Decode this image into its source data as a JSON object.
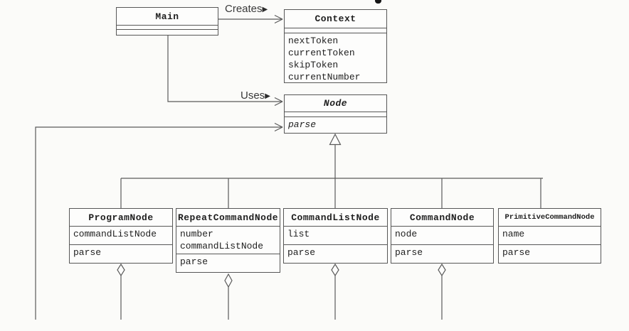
{
  "diagram": {
    "type": "uml-class-diagram",
    "colors": {
      "background": "#fbfbf9",
      "box_fill": "#fdfdfc",
      "line": "#575757",
      "text": "#1e1e1e"
    },
    "icons": {
      "direction_arrow": "▶"
    },
    "labels": {
      "creates": "Creates",
      "uses": "Uses"
    },
    "classes": {
      "main": {
        "name": "Main",
        "attrs": [],
        "ops": []
      },
      "context": {
        "name": "Context",
        "attrs": [
          "nextToken",
          "currentToken",
          "skipToken",
          "currentNumber"
        ],
        "ops": []
      },
      "node": {
        "name": "Node",
        "abstract": true,
        "attrs": [],
        "ops": [
          "parse"
        ]
      },
      "programNode": {
        "name": "ProgramNode",
        "attrs": [
          "commandListNode"
        ],
        "ops": [
          "parse"
        ]
      },
      "repeatCommandNode": {
        "name": "RepeatCommandNode",
        "attrs": [
          "number",
          "commandListNode"
        ],
        "ops": [
          "parse"
        ]
      },
      "commandListNode": {
        "name": "CommandListNode",
        "attrs": [
          "list"
        ],
        "ops": [
          "parse"
        ]
      },
      "commandNode": {
        "name": "CommandNode",
        "attrs": [
          "node"
        ],
        "ops": [
          "parse"
        ]
      },
      "primitiveCommandNode": {
        "name": "PrimitiveCommandNode",
        "attrs": [
          "name"
        ],
        "ops": [
          "parse"
        ]
      }
    },
    "relationships": [
      {
        "from": "Main",
        "to": "Context",
        "type": "association",
        "label": "Creates"
      },
      {
        "from": "Main",
        "to": "Node",
        "type": "association",
        "label": "Uses"
      },
      {
        "from": "ProgramNode",
        "to": "Node",
        "type": "generalization"
      },
      {
        "from": "RepeatCommandNode",
        "to": "Node",
        "type": "generalization"
      },
      {
        "from": "CommandListNode",
        "to": "Node",
        "type": "generalization"
      },
      {
        "from": "CommandNode",
        "to": "Node",
        "type": "generalization"
      },
      {
        "from": "PrimitiveCommandNode",
        "to": "Node",
        "type": "generalization"
      },
      {
        "from": "ProgramNode",
        "to": "Node",
        "type": "aggregation"
      },
      {
        "from": "RepeatCommandNode",
        "to": "Node",
        "type": "aggregation"
      },
      {
        "from": "CommandListNode",
        "to": "Node",
        "type": "aggregation"
      },
      {
        "from": "CommandNode",
        "to": "Node",
        "type": "aggregation"
      }
    ]
  }
}
